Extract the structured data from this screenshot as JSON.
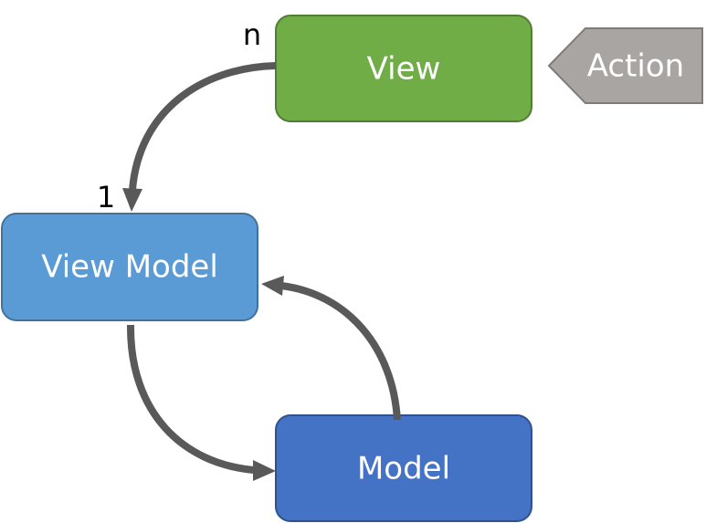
{
  "boxes": {
    "view": {
      "label": "View",
      "color": "#70AD47",
      "border": "#507E32"
    },
    "view_model": {
      "label": "View Model",
      "color": "#5B9BD5",
      "border": "#41719C"
    },
    "model": {
      "label": "Model",
      "color": "#4472C4",
      "border": "#2F528F"
    }
  },
  "action": {
    "label": "Action",
    "color": "#A9A5A3",
    "border": "#7F7B79"
  },
  "multiplicity": {
    "view_side": "n",
    "view_model_side": "1"
  },
  "arrow_color": "#595959"
}
